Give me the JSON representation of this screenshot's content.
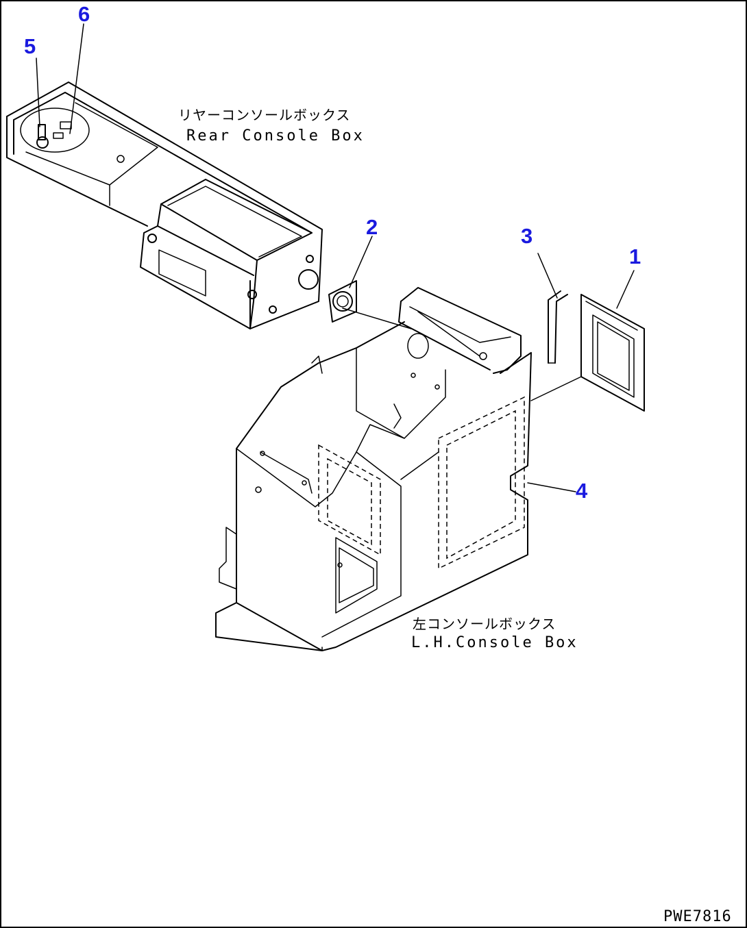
{
  "callouts": {
    "c1": "1",
    "c2": "2",
    "c3": "3",
    "c4": "4",
    "c5": "5",
    "c6": "6"
  },
  "labels": {
    "rear_jp": "リヤーコンソールボックス",
    "rear_en": "Rear Console Box",
    "left_jp": "左コンソールボックス",
    "left_en": "L.H.Console Box"
  },
  "drawing_code": "PWE7816",
  "colors": {
    "callout": "#1a1adf",
    "line": "#000000",
    "background": "#ffffff"
  }
}
